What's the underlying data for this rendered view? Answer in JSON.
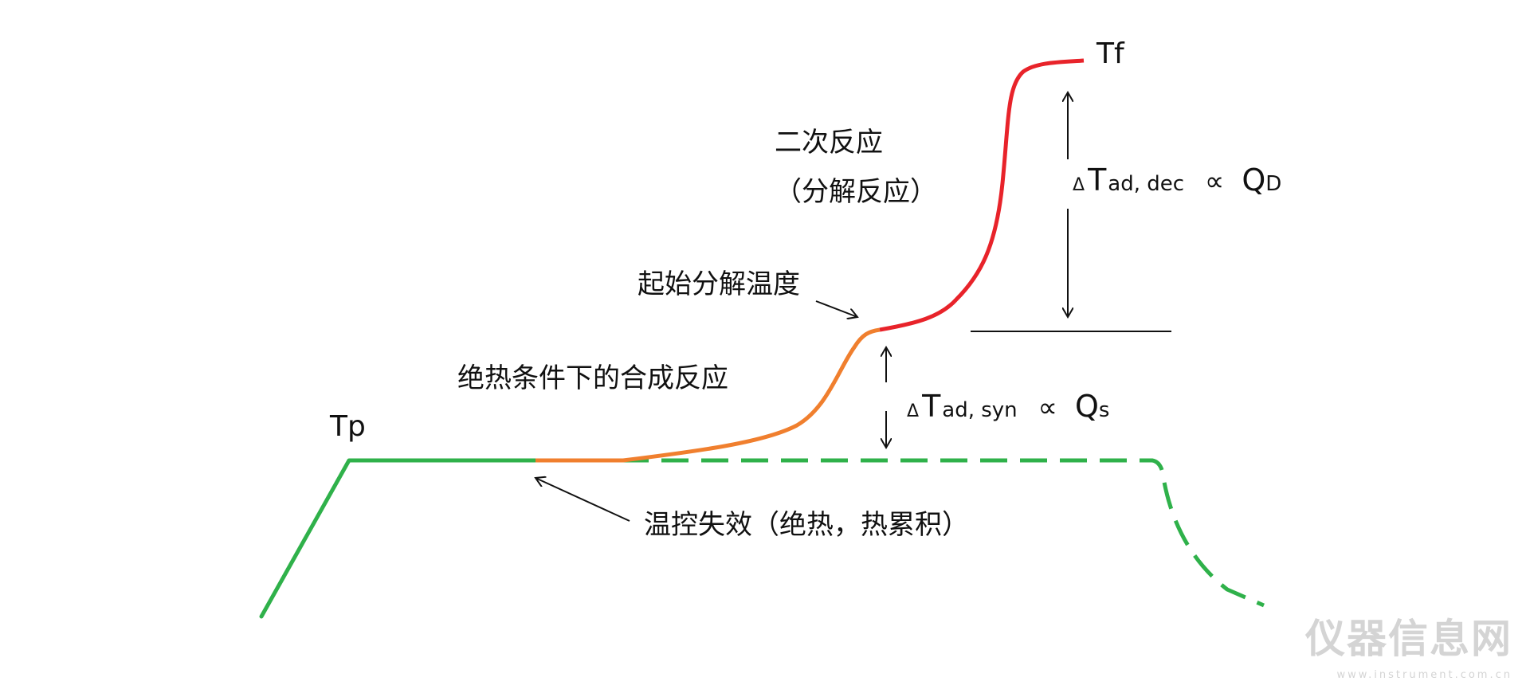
{
  "labels": {
    "tp": "Tp",
    "tf": "Tf",
    "secondary_reaction": "二次反应",
    "decomposition_reaction": "（分解反应）",
    "onset_decomposition": "起始分解温度",
    "adiabatic_synthesis": "绝热条件下的合成反应",
    "control_failure": "温控失效（绝热，热累积）"
  },
  "delta_dec": {
    "delta": "Δ",
    "t": "T",
    "sub": "ad, dec",
    "prop": "∝",
    "q": "Q",
    "q_sub": "D"
  },
  "delta_syn": {
    "delta": "Δ",
    "t": "T",
    "sub": "ad, syn",
    "prop": "∝",
    "q": "Q",
    "q_sub": "s"
  },
  "colors": {
    "normal_process": "#2fb14a",
    "synthesis_runaway": "#f07f2e",
    "decomposition": "#e8232a",
    "annotation": "#111111"
  },
  "watermark": {
    "text": "仪器信息网",
    "url": "www.instrument.com.cn"
  }
}
